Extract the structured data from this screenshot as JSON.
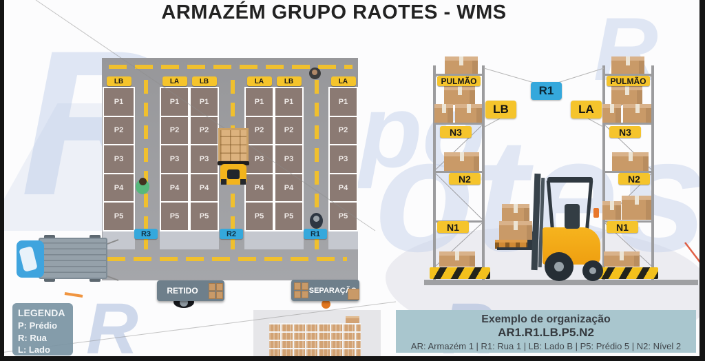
{
  "title": "ARMAZÉM GRUPO RAOTES - WMS",
  "map": {
    "column_sides": [
      "LB",
      "LA",
      "LB",
      "LA",
      "LB",
      "LA"
    ],
    "buildings": [
      "P1",
      "P2",
      "P3",
      "P4",
      "P5"
    ],
    "streets": [
      "R3",
      "R2",
      "R1"
    ],
    "areas": [
      "RETIDO",
      "SEPARAÇÃO"
    ]
  },
  "legend": {
    "title": "LEGENDA",
    "items": [
      "P: Prédio",
      "R: Rua",
      "L: Lado"
    ]
  },
  "rack_view": {
    "street": "R1",
    "left_side": "LB",
    "right_side": "LA",
    "top_level": "PULMÃO",
    "levels": [
      "N3",
      "N2",
      "N1"
    ]
  },
  "example": {
    "title": "Exemplo de organização",
    "code": "AR1.R1.LB.P5.N2",
    "caption": "AR: Armazém 1 | R1: Rua 1 | LB: Lado B | P5: Prédio 5 | N2: Nível 2"
  },
  "colors": {
    "floor": "#9b9b9e",
    "rack_cell": "#8b7a73",
    "yellow_label": "#f5c42c",
    "street_badge_blue": "#35a8dc",
    "area_box": "#6e7f8b",
    "example_box": "#a9c6ce",
    "cardboard": "#c99a68",
    "forklift_yellow": "#f2b41c",
    "truck_cab_blue": "#3fa4de"
  }
}
